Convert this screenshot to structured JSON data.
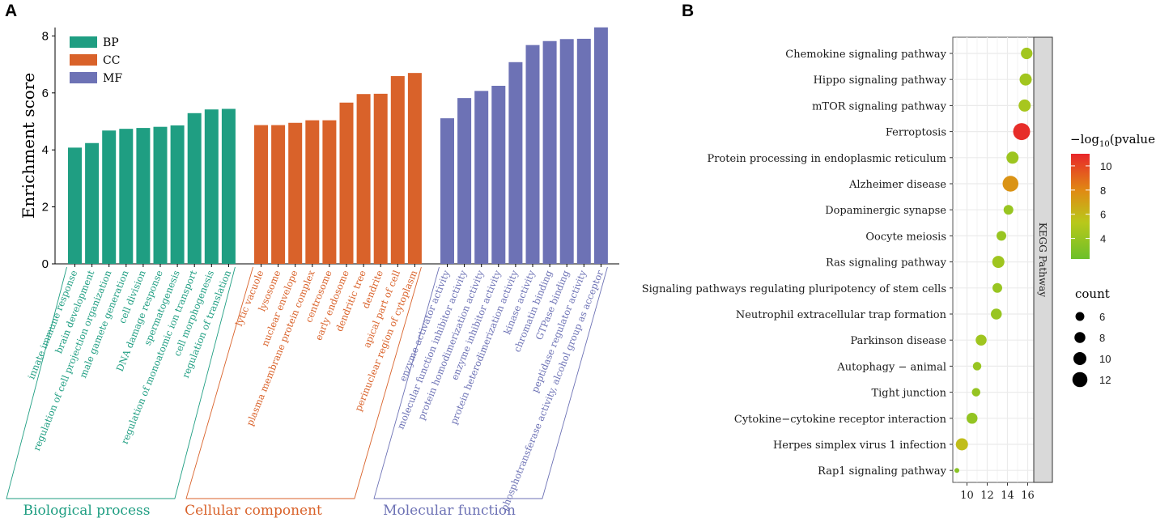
{
  "panel_a": {
    "label": "A",
    "ylabel": "Enrichment score",
    "legend": [
      {
        "name": "BP",
        "color": "#1f9e82"
      },
      {
        "name": "CC",
        "color": "#d9622a"
      },
      {
        "name": "MF",
        "color": "#6d72b5"
      }
    ],
    "group_labels": [
      "Biological process",
      "Cellular component",
      "Molecular function"
    ]
  },
  "panel_b": {
    "label": "B",
    "strip_label": "KEGG Pathway",
    "colorbar_title_prefix": "−log",
    "colorbar_title_sub": "10",
    "colorbar_title_suffix": "(pvalue)",
    "size_legend_title": "count"
  },
  "chart_data": [
    {
      "type": "bar",
      "ylabel": "Enrichment score",
      "ylim": [
        0,
        8.3
      ],
      "yticks": [
        0,
        2,
        4,
        6,
        8
      ],
      "series": [
        {
          "name": "BP",
          "color": "#1f9e82",
          "categories": [
            "innate immune response",
            "brain development",
            "regulation of cell projection organization",
            "male gamete generation",
            "cell division",
            "DNA damage response",
            "spermatogenesis",
            "regulation of monoatomic ion transport",
            "cell morphogenesis",
            "regulation of translation"
          ],
          "values": [
            4.08,
            4.24,
            4.68,
            4.74,
            4.77,
            4.81,
            4.86,
            5.29,
            5.42,
            5.44
          ]
        },
        {
          "name": "CC",
          "color": "#d9622a",
          "categories": [
            "lytic vacuole",
            "lysosome",
            "nuclear envelope",
            "plasma membrane protein complex",
            "centrosome",
            "early endosome",
            "dendritic tree",
            "dendrite",
            "apical part of cell",
            "perinuclear region of cytoplasm"
          ],
          "values": [
            4.87,
            4.87,
            4.95,
            5.04,
            5.04,
            5.66,
            5.96,
            5.97,
            6.59,
            6.7
          ]
        },
        {
          "name": "MF",
          "color": "#6d72b5",
          "categories": [
            "enzyme activator activity",
            "molecular function inhibitor activity",
            "protein homodimerization activity",
            "enzyme inhibitor activity",
            "protein heterodimerization activity",
            "kinase activity",
            "chromatin binding",
            "GTPase binding",
            "peptidase regulator activity",
            "phosphotransferase activity, alcohol group as acceptor"
          ],
          "values": [
            5.11,
            5.82,
            6.07,
            6.25,
            7.08,
            7.68,
            7.82,
            7.89,
            7.9,
            8.3
          ]
        }
      ]
    },
    {
      "type": "scatter",
      "xlim": [
        8.6,
        16.6
      ],
      "xticks": [
        10,
        12,
        14,
        16
      ],
      "facet_label": "KEGG Pathway",
      "color_scale": {
        "min": 2.3,
        "max": 11,
        "ticks": [
          4,
          6,
          8,
          10
        ]
      },
      "size_scale": {
        "ticks": [
          6,
          8,
          10,
          12
        ]
      },
      "points": [
        {
          "label": "Chemokine signaling pathway",
          "x": 15.9,
          "color_value": 4.4,
          "count": 8.5
        },
        {
          "label": "Hippo signaling pathway",
          "x": 15.8,
          "color_value": 4.4,
          "count": 9
        },
        {
          "label": "mTOR signaling pathway",
          "x": 15.7,
          "color_value": 4.6,
          "count": 9
        },
        {
          "label": "Ferroptosis",
          "x": 15.4,
          "color_value": 10.8,
          "count": 13
        },
        {
          "label": "Protein processing in endoplasmic reticulum",
          "x": 14.5,
          "color_value": 4.2,
          "count": 9
        },
        {
          "label": "Alzheimer disease",
          "x": 14.3,
          "color_value": 7.6,
          "count": 12
        },
        {
          "label": "Dopaminergic synapse",
          "x": 14.1,
          "color_value": 4.0,
          "count": 7
        },
        {
          "label": "Oocyte meiosis",
          "x": 13.4,
          "color_value": 4.0,
          "count": 7
        },
        {
          "label": "Ras signaling pathway",
          "x": 13.1,
          "color_value": 4.3,
          "count": 9
        },
        {
          "label": "Signaling pathways regulating pluripotency of stem cells",
          "x": 13.0,
          "color_value": 4.0,
          "count": 7
        },
        {
          "label": "Neutrophil extracellular trap formation",
          "x": 12.9,
          "color_value": 4.0,
          "count": 8
        },
        {
          "label": "Parkinson disease",
          "x": 11.4,
          "color_value": 4.3,
          "count": 8
        },
        {
          "label": "Autophagy − animal",
          "x": 11.0,
          "color_value": 4.0,
          "count": 6
        },
        {
          "label": "Tight junction",
          "x": 10.9,
          "color_value": 3.9,
          "count": 6
        },
        {
          "label": "Cytokine−cytokine receptor interaction",
          "x": 10.5,
          "color_value": 3.8,
          "count": 8
        },
        {
          "label": "Herpes simplex virus 1 infection",
          "x": 9.5,
          "color_value": 5.8,
          "count": 9
        },
        {
          "label": "Rap1 signaling pathway",
          "x": 9.0,
          "color_value": 3.4,
          "count": 3
        }
      ]
    }
  ]
}
